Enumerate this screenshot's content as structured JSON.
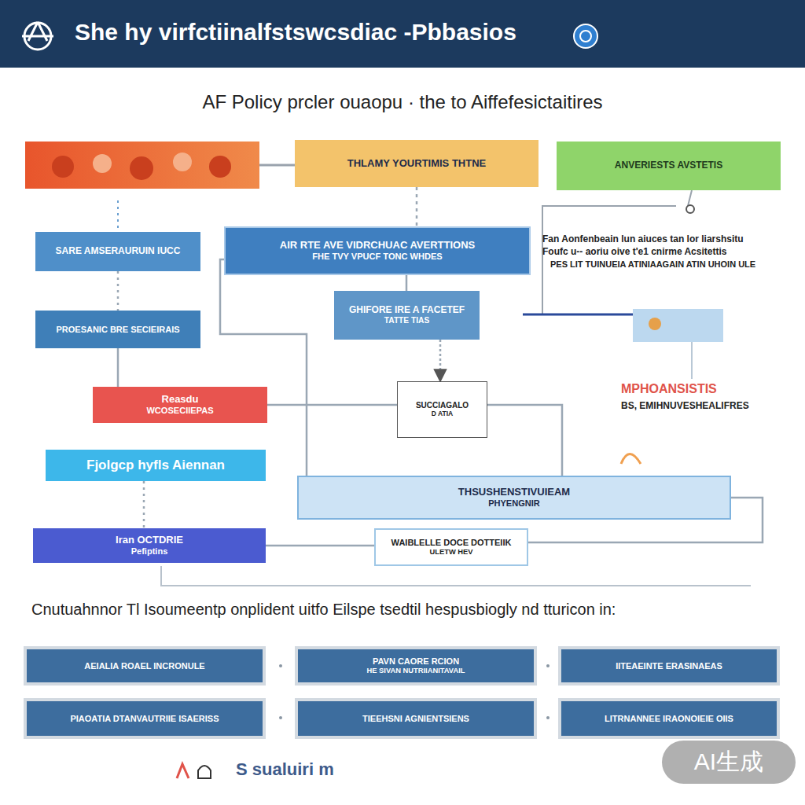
{
  "diagram": {
    "title": "She hy virfctiinalfstswcsdiac -Pbbasios",
    "nodes": [
      {
        "text": [
          "THLAMY YOURTIMIS THTNE"
        ]
      },
      {
        "text": [
          "ANVERIESTS AVSTETIS"
        ]
      },
      {
        "text": [
          "SARE AMSERAURUIN IUCC"
        ]
      },
      {
        "text": [
          "AIR RTE AVE VIDRCHUAC AVERTTIONS",
          "FHE TVY VPUCF TONC WHDES"
        ]
      },
      {
        "text": [
          "GHIFORE IRE A FACETEF",
          "TATTE TIAS"
        ]
      },
      {
        "text": [
          "PROESANIC BRE SECIEIRAIS"
        ]
      },
      {
        "text": [
          "Reasdu",
          "WCOSECIIEPAS"
        ]
      },
      {
        "text": [
          "SUCCIAGALO",
          "D ATIA"
        ]
      },
      {
        "text": [
          "Fjolgcp hyfls Aiennan"
        ]
      },
      {
        "text": [
          "THSUSHENSTIVUIEAM",
          "PHYENGNIR"
        ]
      },
      {
        "text": [
          "Iran OCTDRIE",
          "Pefiptins"
        ]
      },
      {
        "text": [
          "WAIBLELLE DOCE DOTTEIIK",
          "ULETW HEV"
        ]
      },
      {
        "text": [
          "AEIALIA ROAEL INCRONULE"
        ]
      },
      {
        "text": [
          "PAVN CAORE RCION",
          "HE SIVAN NUTRIIANITAVAIL"
        ]
      },
      {
        "text": [
          "IITEAEINTE ERASINAEAS"
        ]
      },
      {
        "text": [
          "PIAOATIA DTANVAUTRIIE ISAERISS"
        ]
      },
      {
        "text": [
          "TIEEHSNI AGNIENTSIENS"
        ]
      },
      {
        "text": [
          "LITRNANNEE IRAONOIEIE OIIS"
        ]
      }
    ],
    "edges": [
      {
        "from": 0,
        "to": 3,
        "arrow": "none"
      },
      {
        "from": 2,
        "to": 5,
        "arrow": "none"
      },
      {
        "from": 3,
        "to": 4,
        "arrow": "none"
      },
      {
        "from": 4,
        "to": 7,
        "arrow": "to"
      },
      {
        "from": 6,
        "to": 9,
        "arrow": "none"
      },
      {
        "from": 3,
        "to": 9,
        "arrow": "none"
      },
      {
        "from": 10,
        "to": 11,
        "arrow": "none"
      },
      {
        "from": 9,
        "to": 11,
        "arrow": "none"
      },
      {
        "from": 8,
        "to": 10,
        "arrow": "none"
      },
      {
        "from": 5,
        "to": 6,
        "arrow": "none"
      }
    ],
    "labels": [
      "AF Policy prcler ouaopu · the to Aiffefesictaitires",
      "Fan Aonfenbeain lun aiuces tan lor liarshsitu",
      "Foufc u-- aoriu oive t'e1 cnirme Acsitettis",
      "PES LIT TUINUEIA ATINIAAGAIN ATIN UHOIN ULE",
      "MPHOANSISTIS",
      "BS, EMIHNUVESHEALIFRES",
      "Cnutuahnnor Tl Isoumeentp onplident uitfo Eilspe tsedtil hespusbiogly nd tturicon in:",
      "S sualuiri m",
      "AI生成"
    ]
  }
}
